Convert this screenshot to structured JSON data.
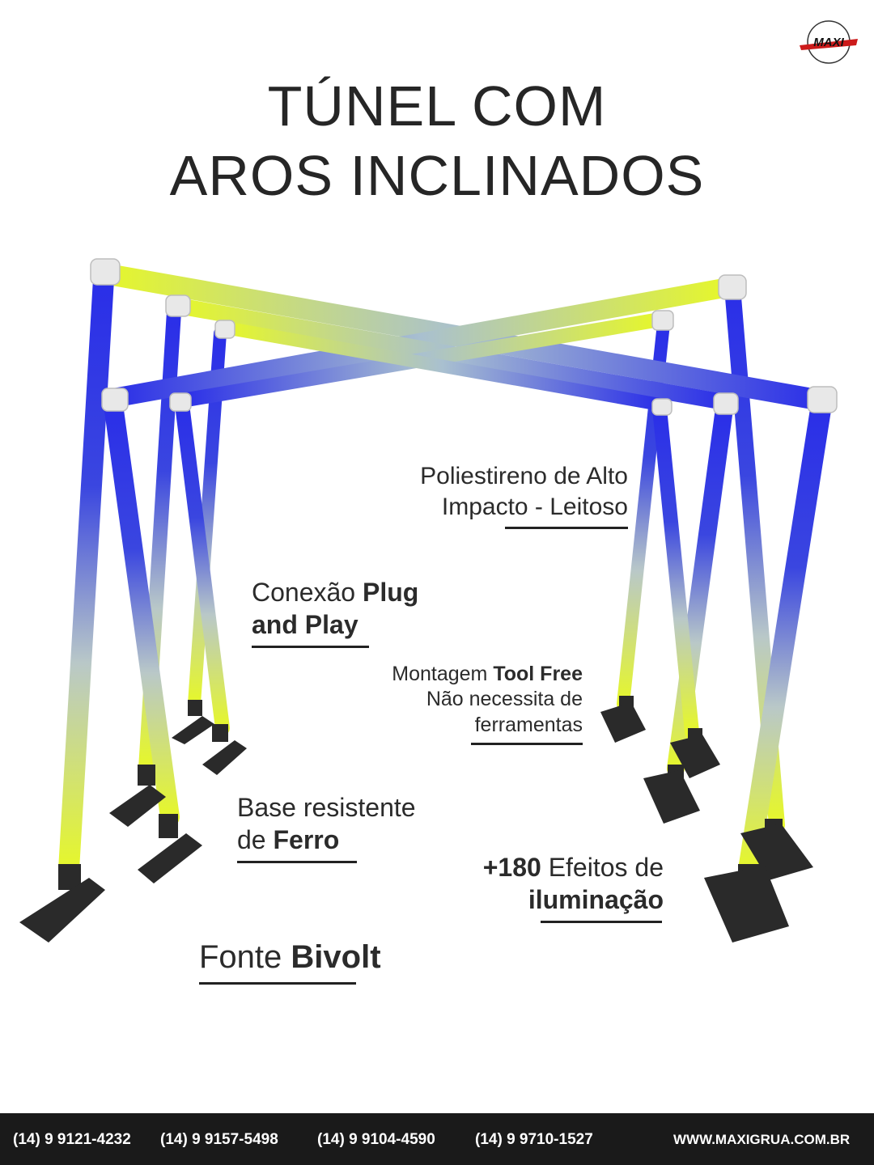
{
  "brand": {
    "logo_text": "MAXI"
  },
  "title": {
    "line1": "TÚNEL COM",
    "line2": "AROS INCLINADOS"
  },
  "features": {
    "poliestireno": {
      "line1": "Poliestireno de Alto",
      "line2": "Impacto - Leitoso"
    },
    "conexao": {
      "pre": "Conexão ",
      "bold1": "Plug",
      "bold2": "and ",
      "bold3": "Play"
    },
    "montagem": {
      "pre": "Montagem ",
      "bold": "Tool Free",
      "line2": "Não necessita de",
      "line3": "ferramentas"
    },
    "base": {
      "line1": "Base resistente",
      "pre2": "de ",
      "bold": "Ferro"
    },
    "efeitos": {
      "bold": "+180",
      "post": " Efeitos de",
      "line2": "iluminação"
    },
    "fonte": {
      "pre": "Fonte ",
      "bold": "Bivolt"
    }
  },
  "footer": {
    "phones": [
      "(14) 9 9121-4232",
      "(14) 9 9157-5498",
      "(14) 9 9104-4590",
      "(14) 9 9710-1527"
    ],
    "website": "WWW.MAXIGRUA.COM.BR"
  },
  "colors": {
    "tube_blue": "#2a2ee8",
    "tube_yellow": "#e6f72a",
    "connector": "#e8e8e8",
    "base": "#2a2a2a",
    "footer_bg": "#1a1a1a"
  }
}
